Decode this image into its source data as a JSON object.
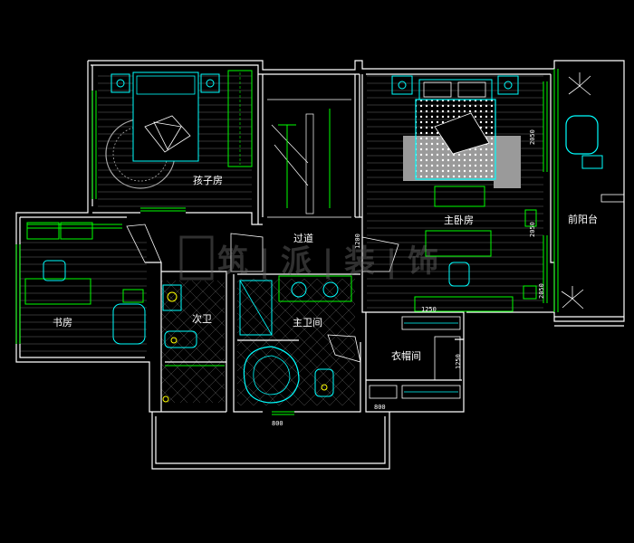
{
  "rooms": {
    "kids_room": "孩子房",
    "master_bedroom": "主卧房",
    "front_balcony": "前阳台",
    "corridor": "过道",
    "study": "书房",
    "second_bath": "次卫",
    "master_bath": "主卫间",
    "cloakroom": "衣帽间"
  },
  "dimensions": {
    "master_right_top": "2050",
    "master_right_mid": "2050",
    "master_right_low": "2050",
    "master_bottom": "1250",
    "cloak_bottom": "800",
    "bath_bottom": "800",
    "corridor_side": "1200",
    "cloak_side": "1250"
  },
  "colors": {
    "background": "#000000",
    "walls": "#ffffff",
    "furniture": "#00ff00",
    "fixtures": "#00ffff",
    "hatch": "#9a9a9a"
  }
}
